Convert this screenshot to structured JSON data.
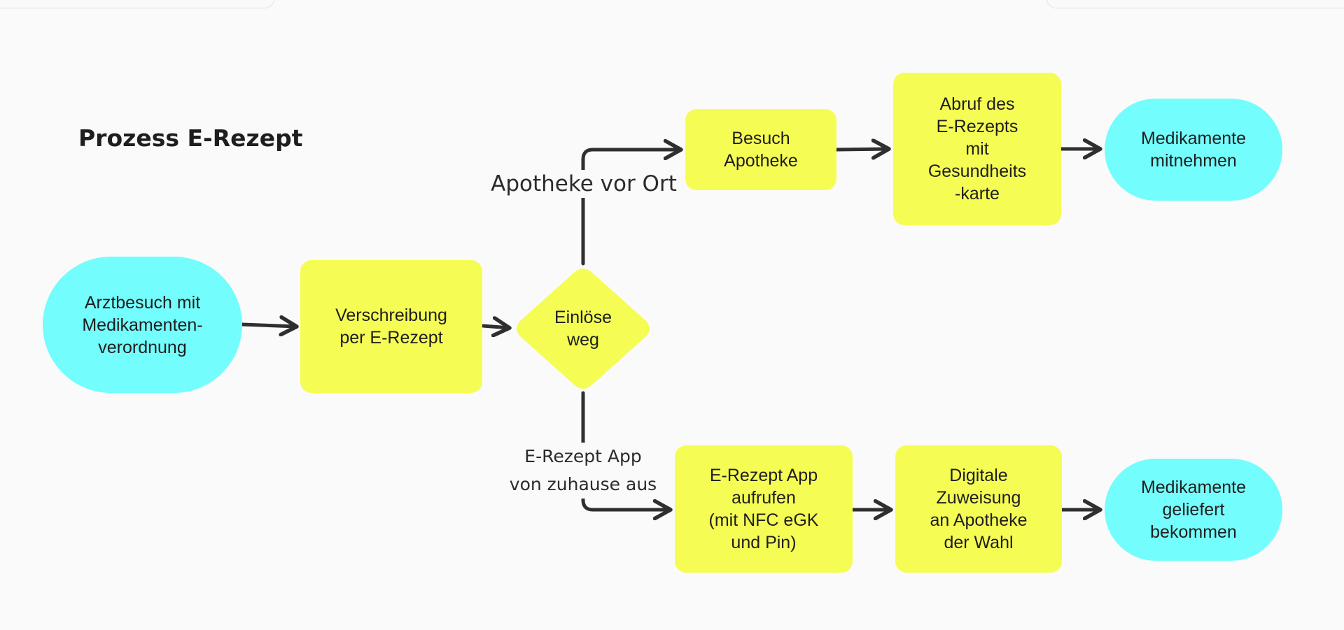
{
  "title": "Prozess E-Rezept",
  "nodes": {
    "arztbesuch": "Arztbesuch mit\nMedikamenten-\nverordnung",
    "verschreibung": "Verschreibung\nper E-Rezept",
    "einloeseweg": "Einlöse\nweg",
    "besuch_apotheke": "Besuch\nApotheke",
    "abruf": "Abruf des\nE-Rezepts\nmit\nGesundheits\n-karte",
    "mitnehmen": "Medikamente\nmitnehmen",
    "app_aufrufen": "E-Rezept App\naufrufen\n(mit NFC eGK\nund Pin)",
    "zuweisung": "Digitale\nZuweisung\nan Apotheke\nder Wahl",
    "geliefert": "Medikamente\ngeliefert\nbekommen"
  },
  "edge_labels": {
    "vor_ort": "Apotheke vor Ort",
    "app_zuhause": "E-Rezept App\nvon zuhause aus"
  },
  "colors": {
    "terminal": "#74fdfd",
    "process": "#f5fd55",
    "connector": "#2f2f2f",
    "background": "#fafafa"
  }
}
